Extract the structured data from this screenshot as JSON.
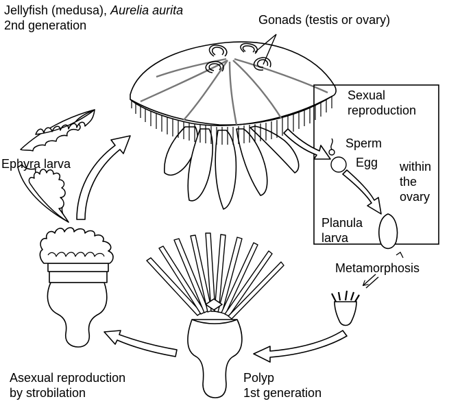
{
  "labels": {
    "title_line1_plain": "Jellyfish (medusa), ",
    "title_line1_italic": "Aurelia aurita",
    "title_line2": "2nd generation",
    "gonads": "Gonads (testis or ovary)",
    "sexual_line1": "Sexual",
    "sexual_line2": "reproduction",
    "sperm": "Sperm",
    "egg": "Egg",
    "within_line1": "within",
    "within_line2": "the",
    "within_line3": "ovary",
    "planula_line1": "Planula",
    "planula_line2": "larva",
    "metamorphosis": "Metamorphosis",
    "polyp_line1": "Polyp",
    "polyp_line2": "1st generation",
    "asexual_line1": "Asexual reproduction",
    "asexual_line2": "by strobilation",
    "ephyra": "Ephyra larva"
  },
  "colors": {
    "ink": "#000000",
    "background": "#ffffff",
    "medusa_radial_canals": "#777777"
  }
}
